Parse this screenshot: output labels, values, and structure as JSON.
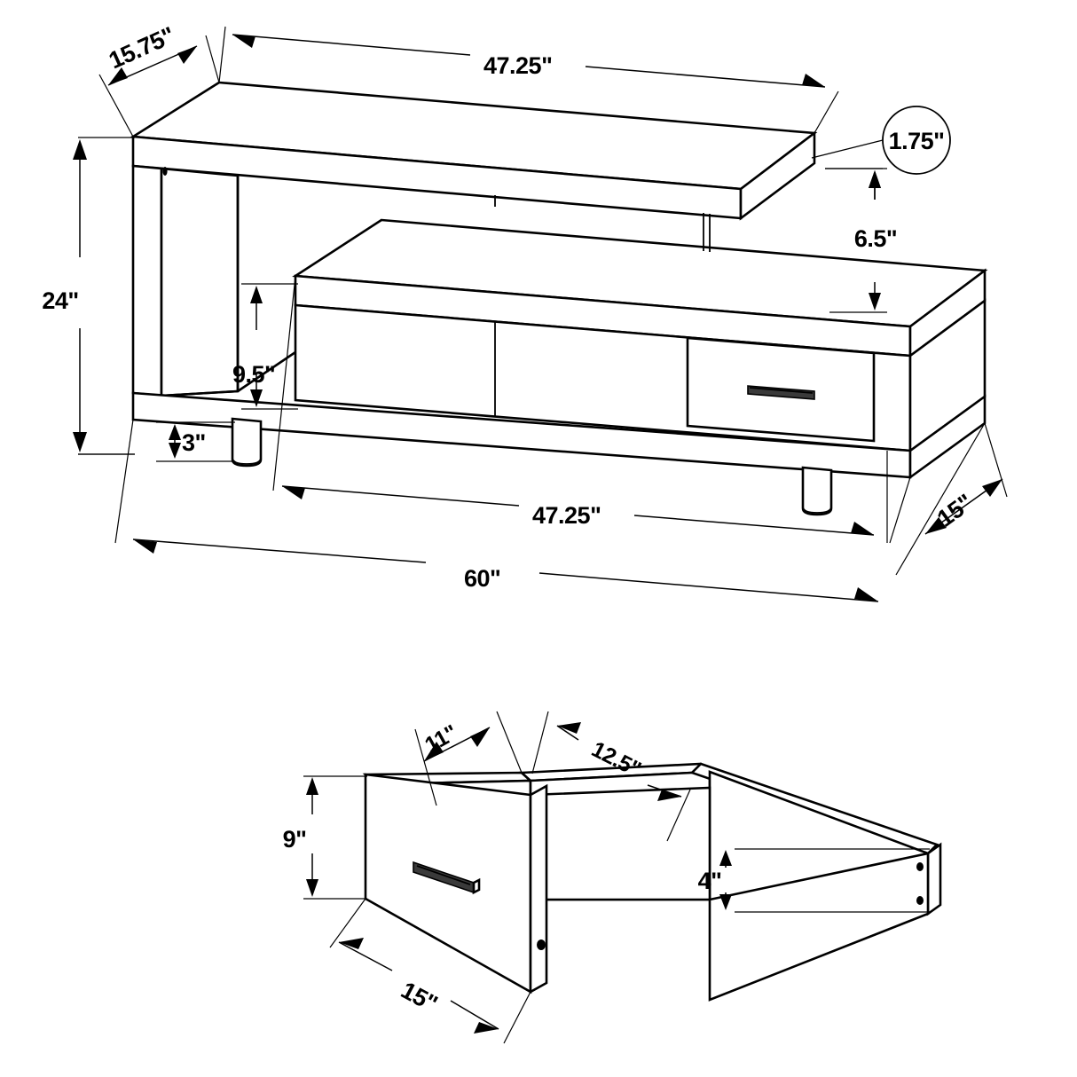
{
  "diagram": {
    "title": "TV Stand Dimension Drawing",
    "background_color": "#ffffff",
    "line_color": "#000000",
    "units": "inches"
  },
  "main_unit": {
    "name": "tv-stand-assembly",
    "dimensions": {
      "depth_top_shelf": "15.75\"",
      "width_top_shelf": "47.25\"",
      "top_thickness_callout": "1.75\"",
      "overall_height": "24\"",
      "middle_shelf_gap": "6.5\"",
      "open_compartment_height": "9.5\"",
      "leg_height": "3\"",
      "lower_shelf_width": "47.25\"",
      "overall_width": "60\"",
      "overall_depth": "15\""
    }
  },
  "drawer_detail": {
    "name": "drawer-assembly",
    "dimensions": {
      "front_height": "9\"",
      "back_height": "4\"",
      "side_depth_left": "11\"",
      "side_depth_right": "12.5\"",
      "front_width": "15\""
    }
  },
  "labels": {
    "depth_top": "15.75\"",
    "width_top": "47.25\"",
    "thickness_callout": "1.75\"",
    "height_total": "24\"",
    "shelf_gap": "6.5\"",
    "compartment": "9.5\"",
    "leg": "3\"",
    "width_lower": "47.25\"",
    "width_overall": "60\"",
    "depth_overall": "15\"",
    "drawer_front_height": "9\"",
    "drawer_back_height": "4\"",
    "drawer_depth_left": "11\"",
    "drawer_depth_right": "12.5\"",
    "drawer_width": "15\""
  }
}
